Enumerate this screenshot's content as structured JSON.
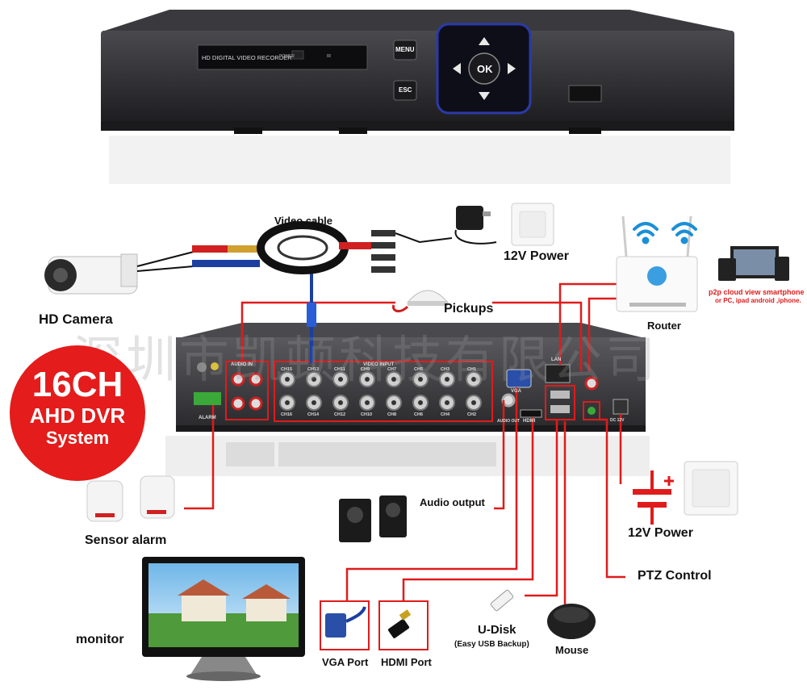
{
  "front_panel": {
    "brand_text": "HD DIGITAL VIDEO RECORDER",
    "power_text": "POWER",
    "ir_text": "IR",
    "menu_label": "MENU",
    "esc_label": "ESC",
    "ok_label": "OK"
  },
  "badge": {
    "line1": "16CH",
    "line2": "AHD DVR",
    "line3": "System"
  },
  "watermark": "深圳市凯顿科技有限公司",
  "labels": {
    "video_cable": "Video cable",
    "power_12v_top": "12V Power",
    "hd_camera": "HD Camera",
    "pickups": "Pickups",
    "router": "Router",
    "p2p_line1": "p2p cloud  view smartphone",
    "p2p_line2": "or PC, ipad android ,iphone.",
    "audio_output": "Audio output",
    "sensor_alarm": "Sensor alarm",
    "power_12v_bottom": "12V Power",
    "ptz_control": "PTZ Control",
    "monitor": "monitor",
    "u_disk": "U-Disk",
    "u_disk_sub": "(Easy USB Backup)",
    "mouse": "Mouse",
    "vga_port": "VGA Port",
    "hdmi_port": "HDMI Port"
  },
  "rear_panel": {
    "audio_in_label": "AUDIO IN",
    "video_input_label": "VIDEO INPUT",
    "alarm_label": "ALARM",
    "vga_label": "VGA",
    "hdmi_label": "HDMI",
    "audio_out_label": "AUDIO OUT",
    "lan_label": "LAN",
    "dc_label": "DC 12V",
    "channels_top": [
      "CH15",
      "CH13",
      "CH11",
      "CH9",
      "CH7",
      "CH5",
      "CH3",
      "CH1"
    ],
    "channels_bottom": [
      "CH16",
      "CH14",
      "CH12",
      "CH10",
      "CH8",
      "CH6",
      "CH4",
      "CH2"
    ]
  },
  "colors": {
    "wire_red": "#e01b1b",
    "badge_red": "#e41c1c",
    "wifi_blue": "#1a8fd8",
    "dvr_dark": "#2b2b2e",
    "keypad_blue": "#2a3aa8"
  }
}
